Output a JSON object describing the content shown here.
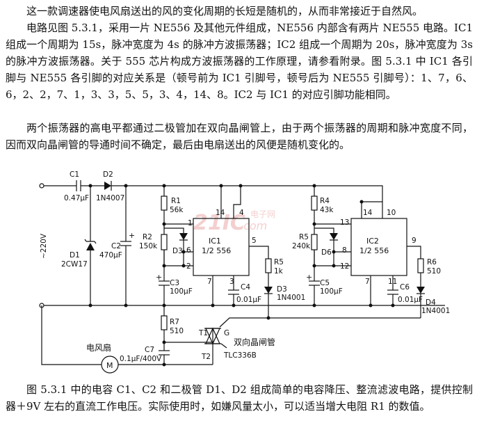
{
  "document": {
    "paragraphs": [
      "这一款调速器使电风扇送出的风的变化周期的长短是随机的，从而非常接近于自然风。",
      "电路见图 5.3.1，采用一片 NE556 及其他元件组成，NE556 内部含有两片 NE555 电路。IC1 组成一个周期为 15s，脉冲宽度为 4s 的脉冲方波振荡器；IC2 组成一个周期为 20s，脉冲宽度为 3s 的脉冲方波振荡器。关于 555 芯片构成方波振荡器的工作原理，请参看附录。图 5.3.1 中 IC1 各引脚与 NE555 各引脚的对应关系是（顿号前为 IC1 引脚号，顿号后为 NE555 引脚号）：1、7，6、6，2、2，7、1，3、3，5、5，3、4，14、8。IC2 与 IC1 的对应引脚功能相同。",
      "两个振荡器的高电平都通过二极管加在双向晶闸管上，由于两个振荡器的周期和脉冲宽度不同，因而双向晶闸管的导通时间不确定，最后由电扇送出的风便是随机变化的。",
      "图 5.3.1 中的电容 C1、C2 和二极管 D1、D2 组成简单的电容降压、整流滤波电路，提供控制器＋9V 左右的直流工作电压。实际使用时，如嫌风量太小，可以适当增大电阻 R1 的数值。"
    ]
  },
  "schematic": {
    "supply": "~220V",
    "components": {
      "c1_name": "C1",
      "c1_value": "0.47μF",
      "d2_name": "D2",
      "d2_value": "1N4007",
      "d1_name": "D1",
      "d1_value": "2CW17",
      "c2_name": "C2",
      "c2_value": "470μF",
      "r1_name": "R1",
      "r1_value": "56k",
      "r2_name": "R2",
      "r2_value": "150k",
      "d3a_name": "D3",
      "c3_name": "C3",
      "c3_value": "100μF",
      "c4_name": "C4",
      "c4_value": "0.01μF",
      "r5a_name": "R5",
      "r5a_value": "1k",
      "d3b_name": "D3",
      "d3b_value": "1N4001",
      "r4_name": "R4",
      "r4_value": "43k",
      "r5b_name": "R5",
      "r5b_value": "240k",
      "d6_name": "D6",
      "c5_name": "C5",
      "c5_value": "100μF",
      "c6_name": "C6",
      "c6_value": "0.01μF",
      "r6_name": "R6",
      "r6_value": "510",
      "d4_name": "D4",
      "d4_value": "1N4001",
      "r7_name": "R7",
      "r7_value": "510",
      "c7_name": "C7",
      "c7_value": "0.1μF/400V",
      "fan_label": "电风扇",
      "motor_symbol": "M",
      "triac_label": "双向晶闸管",
      "triac_part": "TLC336B",
      "t1": "T1",
      "t2": "T2",
      "gate": "G"
    },
    "ic1": {
      "name": "IC1",
      "sub": "1/2 556",
      "pins": {
        "p14": "14",
        "p4": "4",
        "p1": "1",
        "p6": "6",
        "p2": "2",
        "p5": "5",
        "p7": "7",
        "p3": "3"
      }
    },
    "ic2": {
      "name": "IC2",
      "sub": "1/2 556",
      "pins": {
        "p14": "14",
        "p10": "10",
        "p13": "13",
        "p8": "8",
        "p12": "12",
        "p9": "9",
        "p7": "7",
        "p11": "11"
      }
    },
    "watermark": {
      "brand": "21IC",
      "sub": "电子网",
      "domain": ".com"
    }
  }
}
